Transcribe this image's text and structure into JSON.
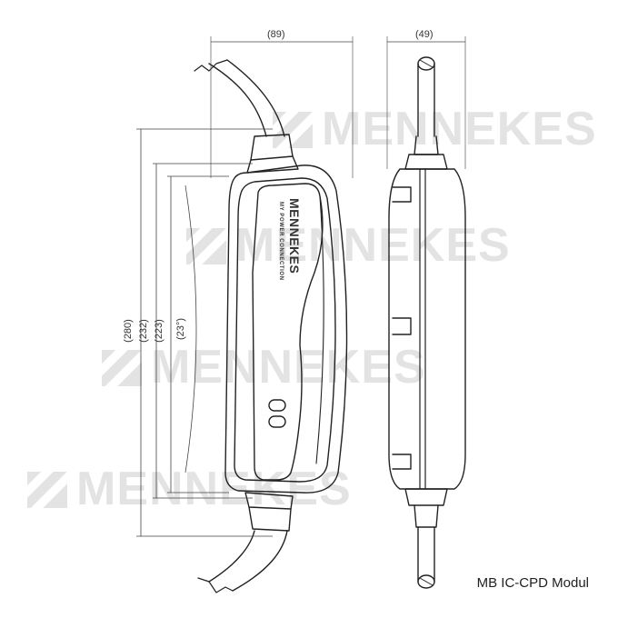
{
  "watermark": {
    "text": "MENNEKES"
  },
  "device": {
    "brand": "MENNEKES",
    "subtitle": "MY POWER CONNECTION"
  },
  "dimensions": {
    "width_front": "(89)",
    "width_side": "(49)",
    "height_total": "(280)",
    "height_body": "(232)",
    "height_face": "(223)",
    "angle": "(23°)"
  },
  "caption": "MB IC-CPD Modul"
}
